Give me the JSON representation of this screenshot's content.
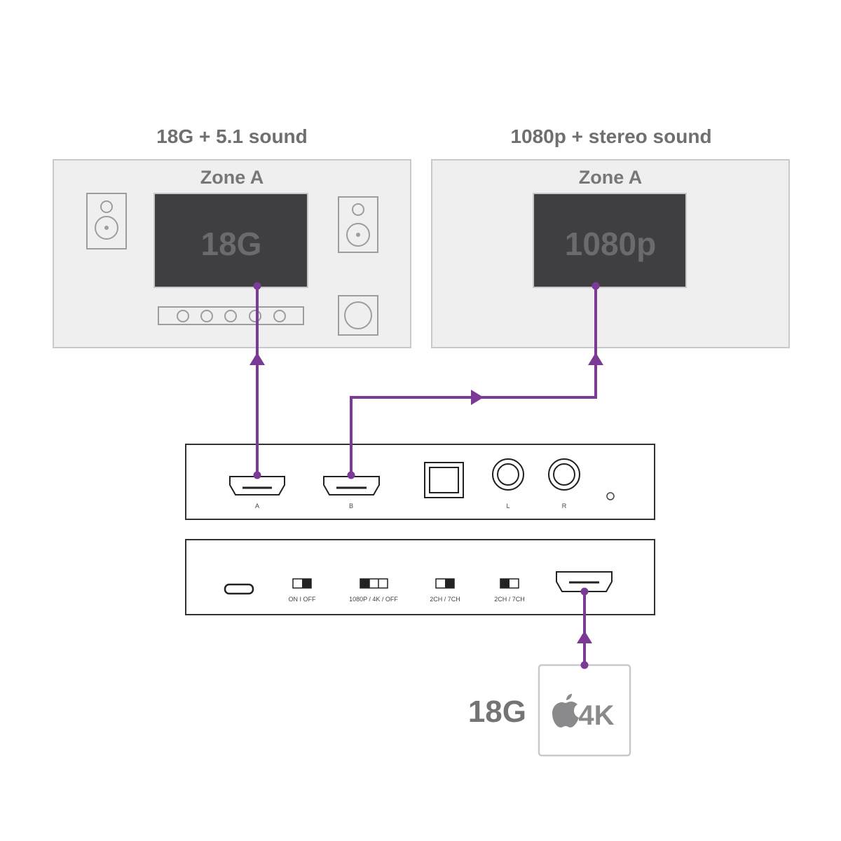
{
  "zones": {
    "left": {
      "heading": "18G + 5.1 sound",
      "zone_label": "Zone A",
      "screen_text": "18G"
    },
    "right": {
      "heading": "1080p + stereo sound",
      "zone_label": "Zone A",
      "screen_text": "1080p"
    }
  },
  "output_panel": {
    "ports": {
      "hdmi_a": "A",
      "hdmi_b": "B",
      "audio_l": "L",
      "audio_r": "R"
    }
  },
  "input_panel": {
    "switches": [
      "ON I OFF",
      "1080P / 4K / OFF",
      "2CH / 7CH",
      "2CH / 7CH"
    ]
  },
  "source": {
    "signal_label": "18G",
    "device_text": "4K"
  },
  "colors": {
    "cable": "#7b3a96",
    "panel_fill": "#efefef",
    "panel_border": "#c9c9cb",
    "screen": "#3f3f42"
  }
}
